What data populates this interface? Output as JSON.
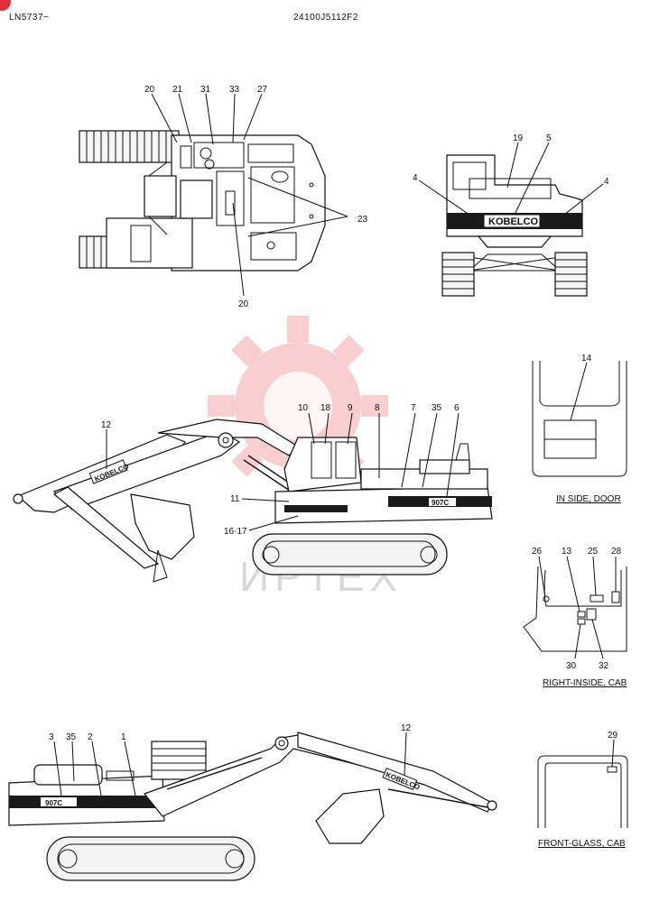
{
  "header": {
    "left": "LN5737~",
    "center": "24100J5112F2"
  },
  "watermark": {
    "text": "ИРТЕХ"
  },
  "brand_text": "KOBELCO",
  "model_text": "907C",
  "captions": {
    "inside_door": "IN SIDE, DOOR",
    "right_inside_cab": "RIGHT-INSIDE, CAB",
    "front_glass_cab": "FRONT-GLASS, CAB"
  },
  "callouts": {
    "top_view": [
      "20",
      "21",
      "31",
      "33",
      "27",
      "23",
      "20"
    ],
    "rear_view": [
      "19",
      "5",
      "4",
      "4"
    ],
    "side_view": [
      "12",
      "10",
      "18",
      "9",
      "8",
      "7",
      "35",
      "6",
      "11",
      "16·17"
    ],
    "inside_door": [
      "14"
    ],
    "right_inside_cab": [
      "26",
      "13",
      "25",
      "28",
      "30",
      "32"
    ],
    "lower_view": [
      "3",
      "35",
      "2",
      "1",
      "12"
    ],
    "front_glass": [
      "29"
    ]
  },
  "colors": {
    "watermark": "#f3a6a8",
    "corner_badge": "#e0303a"
  }
}
